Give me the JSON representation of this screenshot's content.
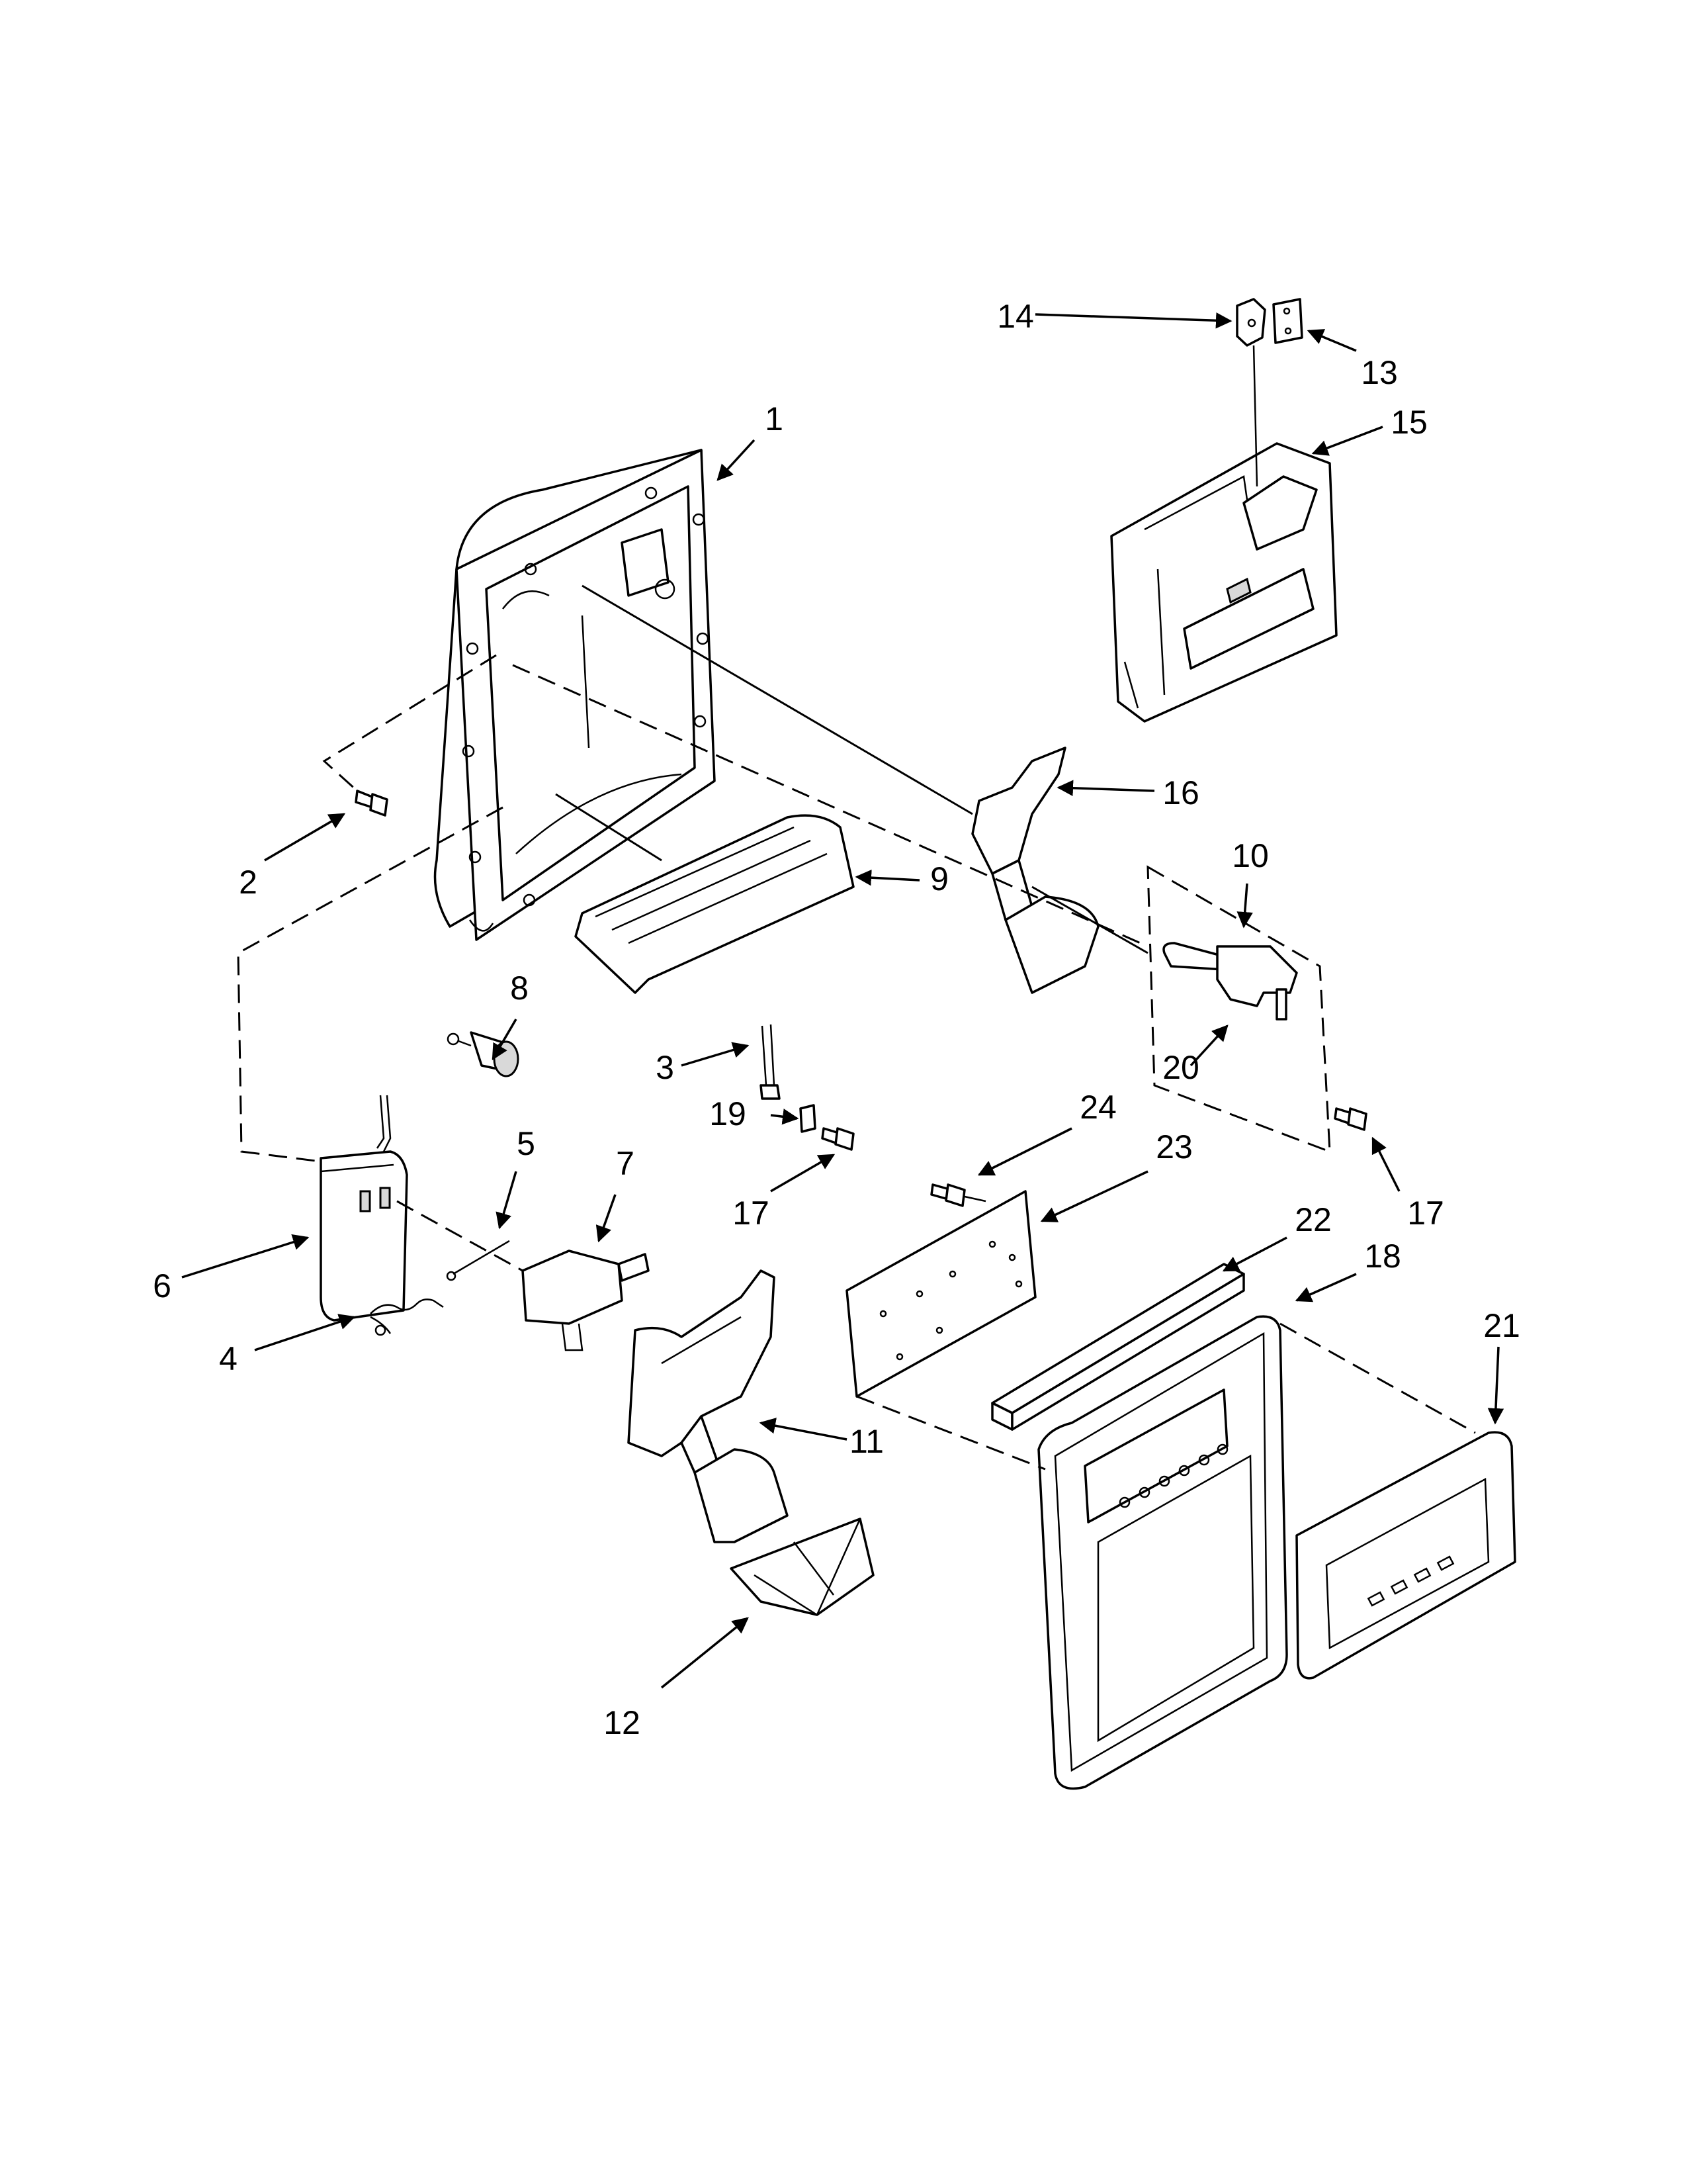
{
  "callouts": [
    {
      "id": "1",
      "text": "1"
    },
    {
      "id": "2",
      "text": "2"
    },
    {
      "id": "3",
      "text": "3"
    },
    {
      "id": "4",
      "text": "4"
    },
    {
      "id": "5",
      "text": "5"
    },
    {
      "id": "6",
      "text": "6"
    },
    {
      "id": "7",
      "text": "7"
    },
    {
      "id": "8",
      "text": "8"
    },
    {
      "id": "9",
      "text": "9"
    },
    {
      "id": "10",
      "text": "10"
    },
    {
      "id": "11",
      "text": "11"
    },
    {
      "id": "12",
      "text": "12"
    },
    {
      "id": "13",
      "text": "13"
    },
    {
      "id": "14",
      "text": "14"
    },
    {
      "id": "15",
      "text": "15"
    },
    {
      "id": "16",
      "text": "16"
    },
    {
      "id": "17a",
      "text": "17"
    },
    {
      "id": "17b",
      "text": "17"
    },
    {
      "id": "18",
      "text": "18"
    },
    {
      "id": "19",
      "text": "19"
    },
    {
      "id": "20",
      "text": "20"
    },
    {
      "id": "21",
      "text": "21"
    },
    {
      "id": "22",
      "text": "22"
    },
    {
      "id": "23",
      "text": "23"
    },
    {
      "id": "24",
      "text": "24"
    }
  ],
  "colors": {
    "line": "#000000",
    "background": "#ffffff",
    "shade": "#d9d9d9"
  }
}
